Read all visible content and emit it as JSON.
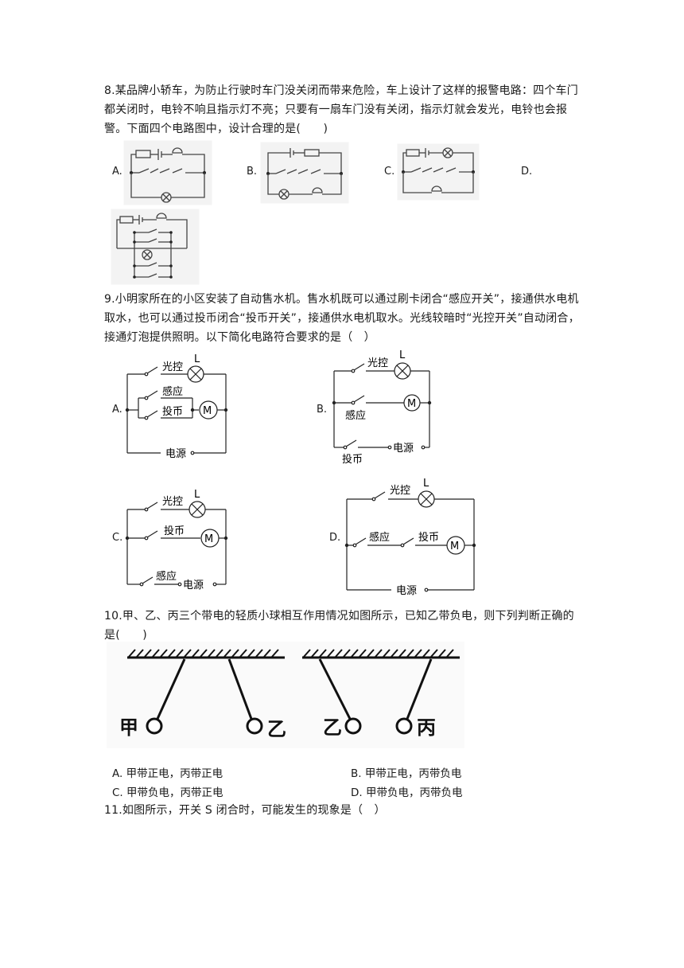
{
  "q8": {
    "text": "8.某品牌小轿车，为防止行驶时车门没关闭而带来危险，车上设计了这样的报警电路：四个车门都关闭时，电铃不响且指示灯不亮；只要有一扇车门没有关闭，指示灯就会发光，电铃也会报警。下面四个电路图中，设计合理的是(　　)",
    "options": [
      "A.",
      "B.",
      "C.",
      "D."
    ]
  },
  "q9": {
    "text": "9.小明家所在的小区安装了自动售水机。售水机既可以通过刷卡闭合“感应开关”，接通供水电机取水，也可以通过投币闭合“投币开关”，接通供水电机取水。光线较暗时“光控开关”自动闭合，接通灯泡提供照明。以下简化电路符合要求的是（　）",
    "options": [
      "A.",
      "B.",
      "C.",
      "D."
    ],
    "labels": {
      "light": "光控",
      "sense": "感应",
      "coin": "投币",
      "power": "电源",
      "lamp": "L",
      "motor": "M"
    }
  },
  "q10": {
    "text": "10.甲、乙、丙三个带电的轻质小球相互作用情况如图所示，已知乙带负电，则下列判断正确的是(　　)",
    "balls": {
      "jia": "甲",
      "yi": "乙",
      "bing": "丙"
    },
    "answers": [
      "A. 甲带正电，丙带正电",
      "B. 甲带正电，丙带负电",
      "C. 甲带负电，丙带正电",
      "D. 甲带负电，丙带负电"
    ]
  },
  "q11": {
    "text": "11.如图所示，开关 S 闭合时，可能发生的现象是（　）"
  }
}
